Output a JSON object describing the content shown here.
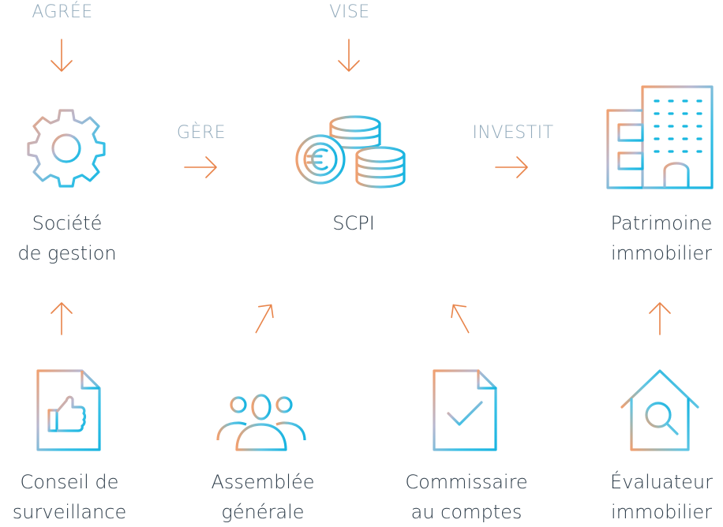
{
  "relations": {
    "agree": "AGRÉE",
    "vise": "VISE",
    "gere": "GÈRE",
    "investit": "INVESTIT"
  },
  "nodes": {
    "societe": {
      "line1": "Société",
      "line2": "de gestion",
      "icon": "gear-icon"
    },
    "scpi": {
      "line1": "SCPI",
      "icon": "euro-coins-icon"
    },
    "patrimoine": {
      "line1": "Patrimoine",
      "line2": "immobilier",
      "icon": "buildings-icon"
    },
    "conseil": {
      "line1": "Conseil de",
      "line2": "surveillance",
      "icon": "thumbs-up-document-icon"
    },
    "assemblee": {
      "line1": "Assemblée",
      "line2": "générale",
      "icon": "group-people-icon"
    },
    "commissaire": {
      "line1": "Commissaire",
      "line2": "au comptes",
      "icon": "checked-document-icon"
    },
    "evaluateur": {
      "line1": "Évaluateur",
      "line2": "immobilier",
      "icon": "house-search-icon"
    }
  },
  "colors": {
    "arrow": "#e8844a",
    "relation_text": "#92aabb",
    "label_text": "#2e3d4a",
    "gradient_warm": "#f0a070",
    "gradient_cool": "#1ab8e0"
  }
}
